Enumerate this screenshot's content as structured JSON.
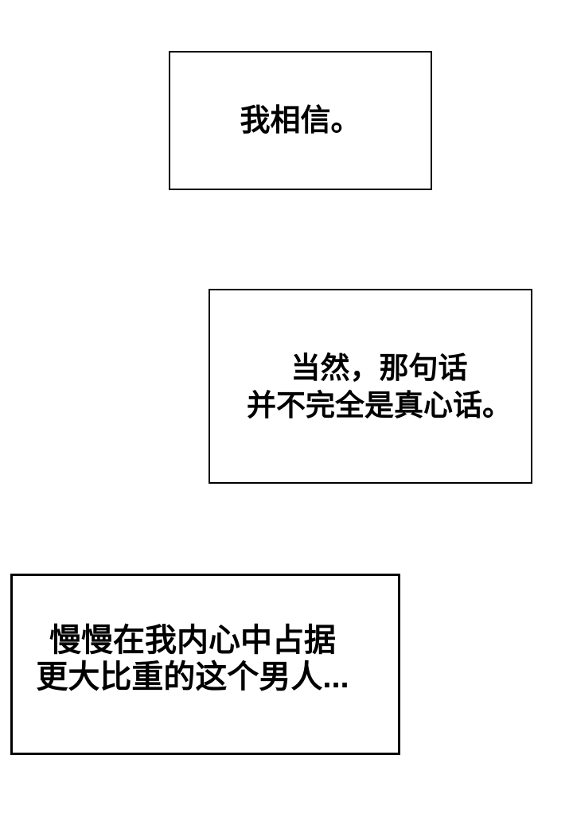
{
  "colors": {
    "page_bg": "#ffffff",
    "panel_bg": "#ffffff",
    "border": "#000000",
    "text": "#000000"
  },
  "panels": [
    {
      "id": "caption-box-1",
      "lines": [
        "我相信。"
      ]
    },
    {
      "id": "caption-box-2",
      "lines": [
        "当然，那句话",
        "并不完全是真心话。"
      ]
    },
    {
      "id": "caption-box-3",
      "lines": [
        "慢慢在我内心中占据",
        "更大比重的这个男人..."
      ]
    }
  ]
}
